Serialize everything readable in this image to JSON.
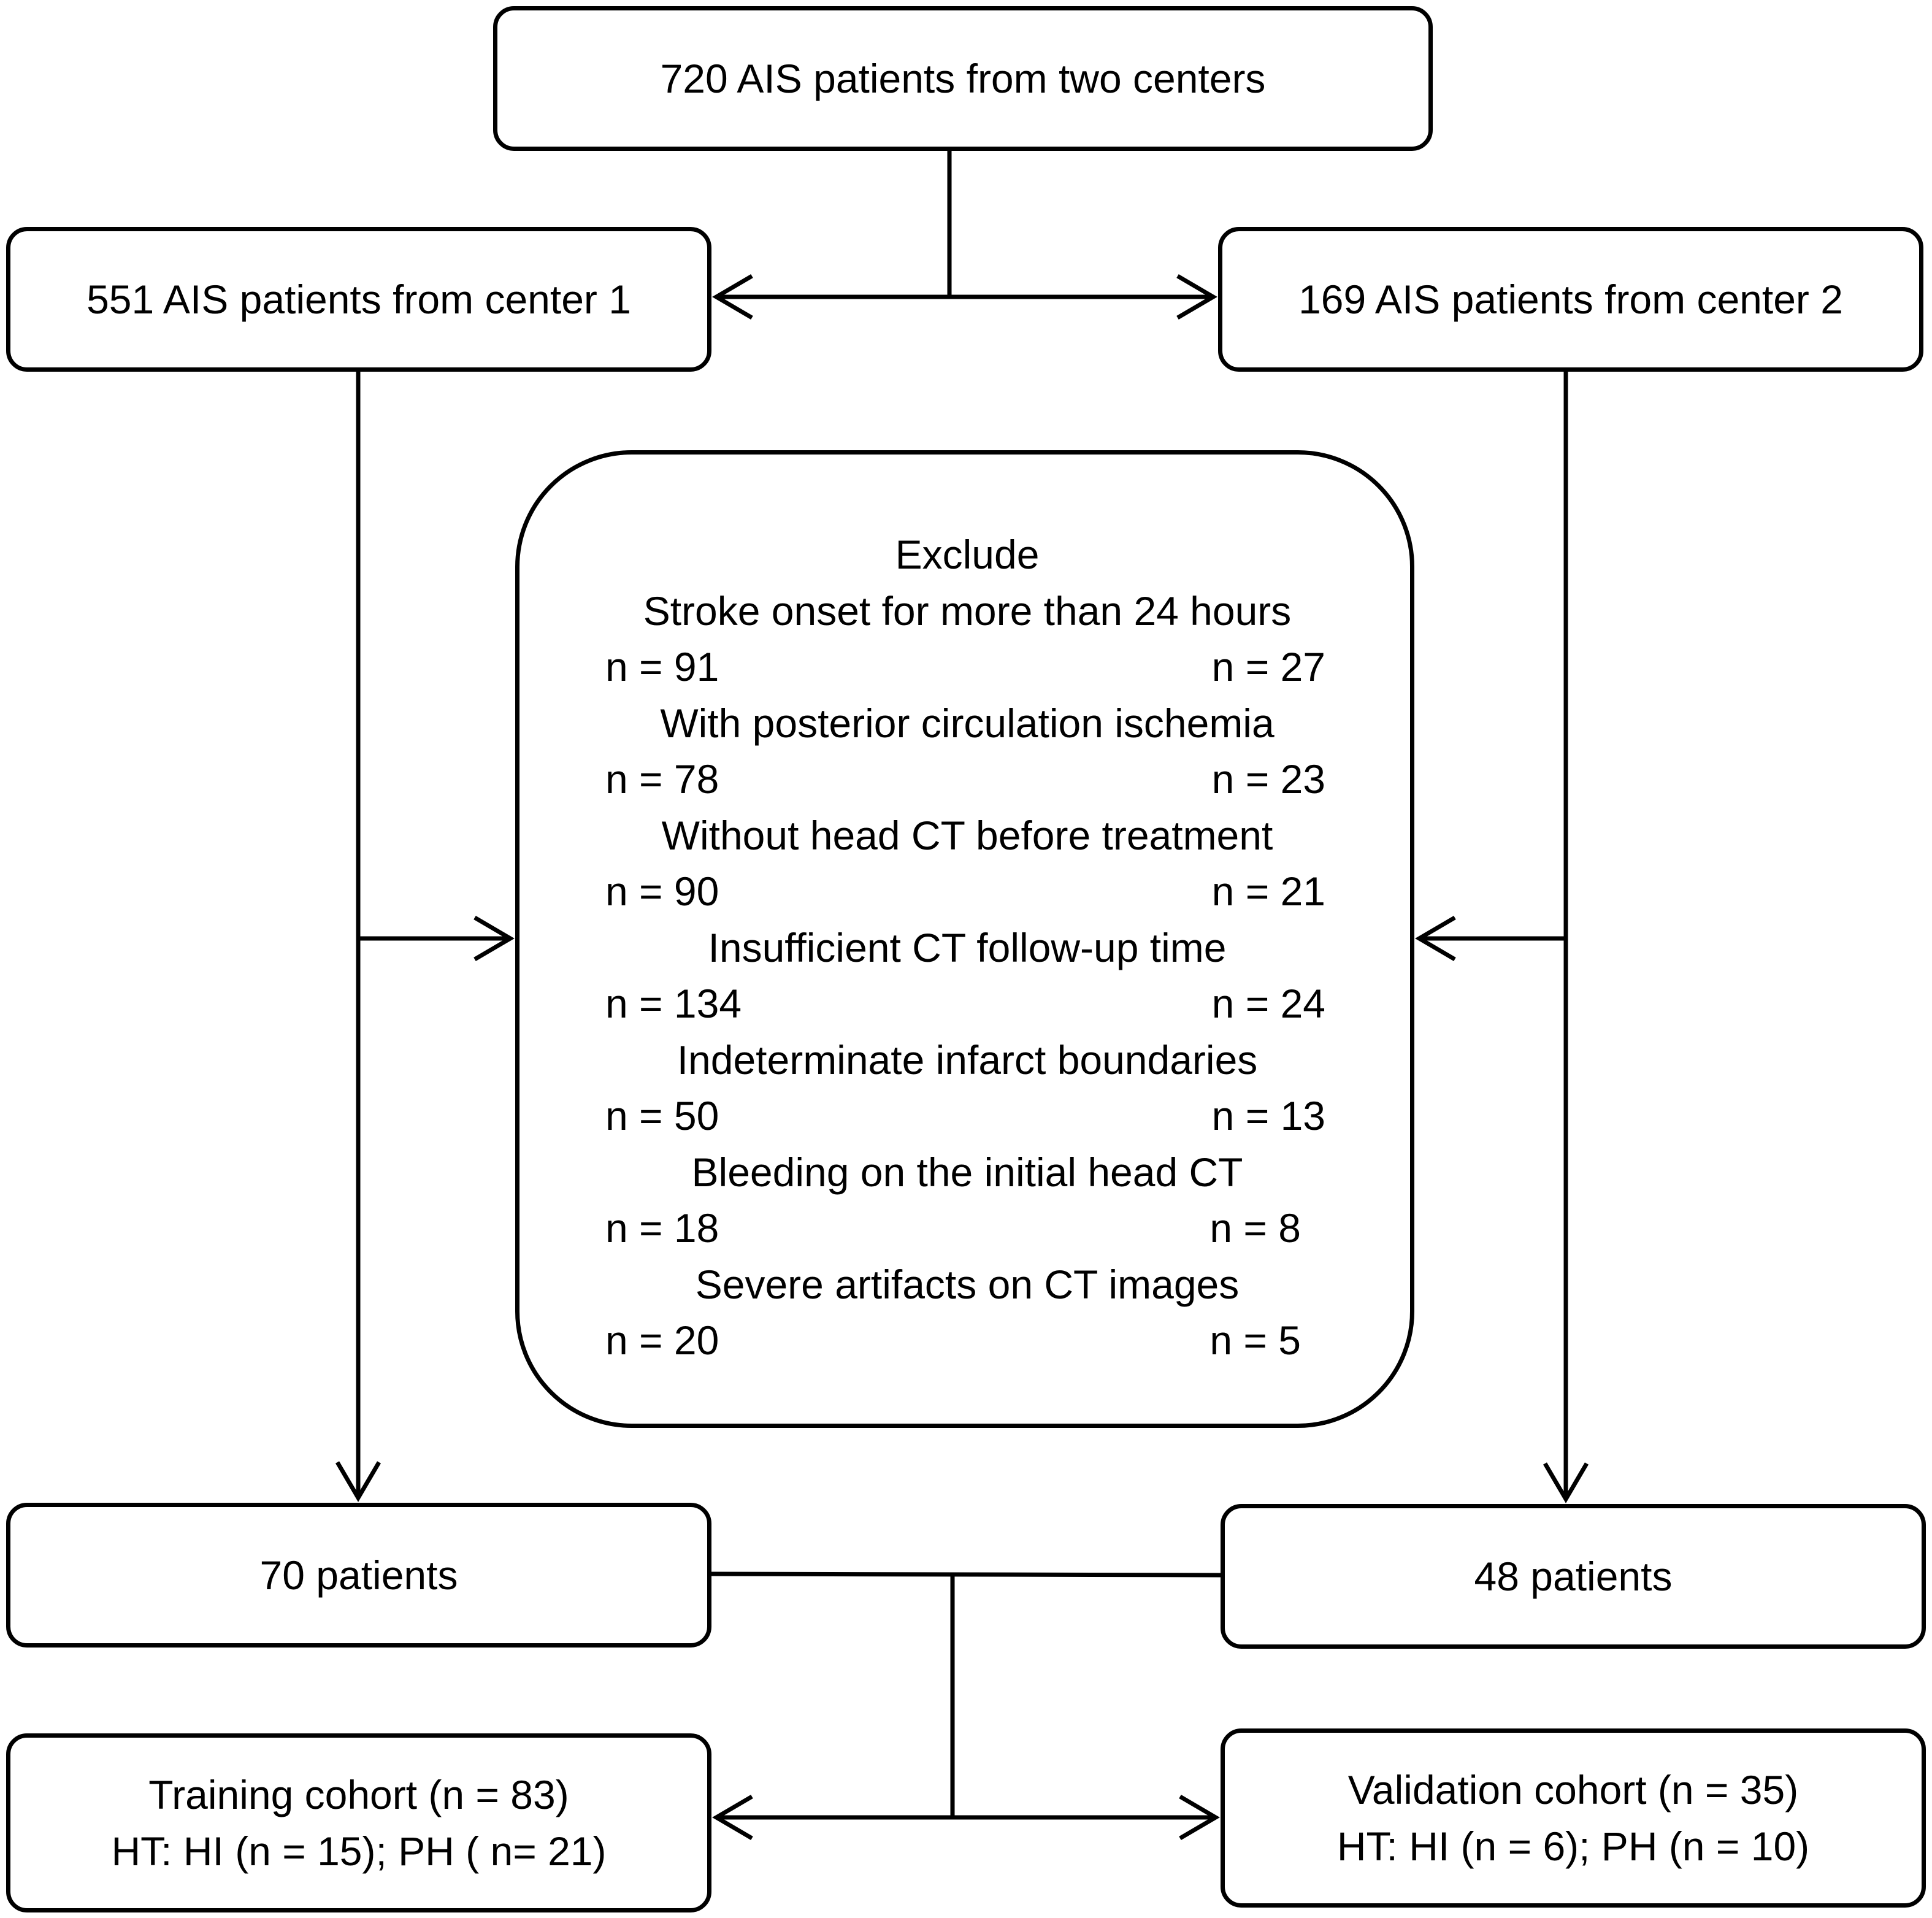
{
  "flowchart": {
    "top_box": {
      "text": "720 AIS patients from two centers"
    },
    "center1_box": {
      "text": "551 AIS patients from center 1"
    },
    "center2_box": {
      "text": "169 AIS patients from center 2"
    },
    "exclude_box": {
      "heading": "Exclude",
      "criteria": [
        {
          "label": "Stroke onset for more than 24 hours",
          "center1": "n = 91",
          "center2": "n = 27"
        },
        {
          "label": "With posterior circulation ischemia",
          "center1": "n = 78",
          "center2": "n = 23"
        },
        {
          "label": "Without head CT before treatment",
          "center1": "n = 90",
          "center2": "n = 21"
        },
        {
          "label": "Insufficient CT follow-up time",
          "center1": "n = 134",
          "center2": "n = 24"
        },
        {
          "label": "Indeterminate infarct boundaries",
          "center1": "n = 50",
          "center2": "n = 13"
        },
        {
          "label": "Bleeding on the initial head CT",
          "center1": "n = 18",
          "center2": "n = 8"
        },
        {
          "label": "Severe artifacts on CT images",
          "center1": "n = 20",
          "center2": "n = 5"
        }
      ]
    },
    "center1_result_box": {
      "text": "70 patients"
    },
    "center2_result_box": {
      "text": "48 patients"
    },
    "training_box": {
      "line1": "Training cohort (n = 83)",
      "line2": "HT: HI (n = 15); PH ( n= 21)"
    },
    "validation_box": {
      "line1": "Validation cohort (n = 35)",
      "line2": "HT: HI (n = 6); PH (n = 10)"
    }
  }
}
